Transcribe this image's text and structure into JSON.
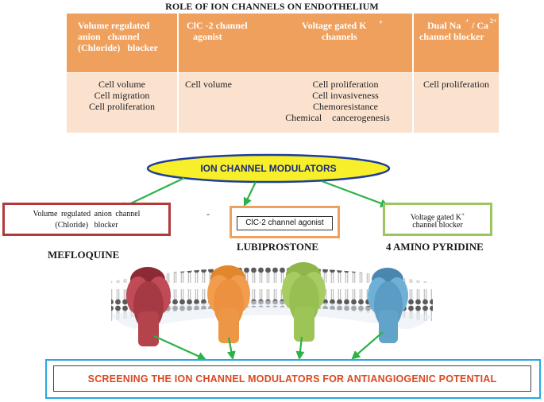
{
  "title": "ROLE OF ION CHANNELS ON ENDOTHELIUM",
  "table": {
    "headers": {
      "vrac": [
        "Volume regulated",
        "anion channel",
        "(Chloride) blocker"
      ],
      "clc2": [
        "ClC -2 channel",
        "agonist"
      ],
      "kv": [
        "Voltage gated K",
        "channels"
      ],
      "kv_sup": "+",
      "naca": "Dual Na",
      "naca_sup1": "+",
      "naca_mid": "/ Ca",
      "naca_sup2": "2+",
      "naca_line2": "channel blocker"
    },
    "effects": {
      "vrac": [
        "Cell volume",
        "Cell migration",
        "Cell proliferation"
      ],
      "clc2": [
        "Cell volume"
      ],
      "kv": [
        "Cell proliferation",
        "Cell invasiveness",
        "Chemoresistance",
        "Chemical cancerogenesis"
      ],
      "naca": [
        "Cell proliferation"
      ]
    }
  },
  "modulators_label": "ION CHANNEL MODULATORS",
  "boxes": {
    "vrac_line1": "Volume regulated anion channel",
    "vrac_line2": "(Chloride) blocker",
    "clc2": "ClC-2 channel agonist",
    "kv_line1": "Voltage gated K",
    "kv_sup": "+",
    "kv_line2": "channel blocker",
    "dash": "-"
  },
  "drugs": {
    "mefloquine": "MEFLOQUINE",
    "lubiprostone": "LUBIPROSTONE",
    "aminopyridine": "4 AMINO PYRIDINE"
  },
  "screening": "SCREENING THE ION CHANNEL MODULATORS FOR ANTIANGIOGENIC POTENTIAL",
  "colors": {
    "table_header": "#f0a05d",
    "table_body": "#fbe2cf",
    "oval_fill": "#f7ef2a",
    "oval_border": "#1f3d9a",
    "arrow": "#2db24a",
    "channel_red": "#b5434b",
    "channel_orange": "#ec9140",
    "channel_green": "#97bf52",
    "channel_blue": "#5b9cc4",
    "screen_border": "#2ba8e0",
    "screen_text": "#d9491f"
  }
}
